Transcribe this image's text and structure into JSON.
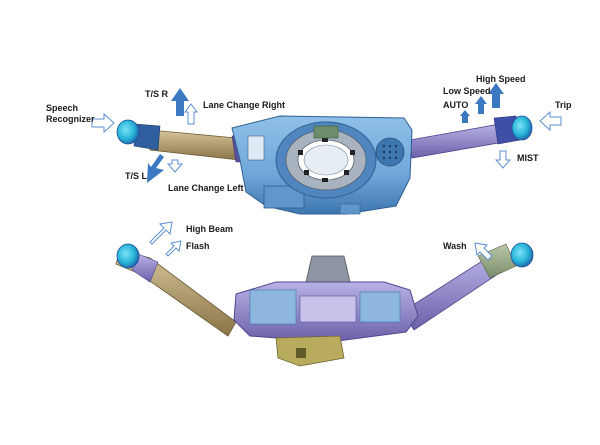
{
  "labels": {
    "speech_recognizer": [
      "Speech",
      "Recognizer"
    ],
    "ts_r": "T/S R",
    "lane_change_right": "Lane Change Right",
    "ts_l": "T/S L",
    "lane_change_left": "Lane Change Left",
    "high_speed": "High Speed",
    "low_speed": "Low Speed",
    "auto": "AUTO",
    "trip": "Trip",
    "mist": "MIST",
    "high_beam": "High Beam",
    "flash": "Flash",
    "wash": "Wash"
  },
  "colors": {
    "housing": "#6fa7d9",
    "housing_dark": "#3e76b0",
    "stalk_tan": "#b49b6b",
    "stalk_purple": "#8e86c8",
    "cap_cyan": "#27b4d8",
    "cap_blue": "#1f4f9c",
    "arrow_solid": "#3a78c2",
    "arrow_outline": "#5b8fd0"
  },
  "icons": {
    "solid_arrow": "solid-blue-arrow-icon",
    "outline_arrow": "outline-arrow-icon"
  }
}
